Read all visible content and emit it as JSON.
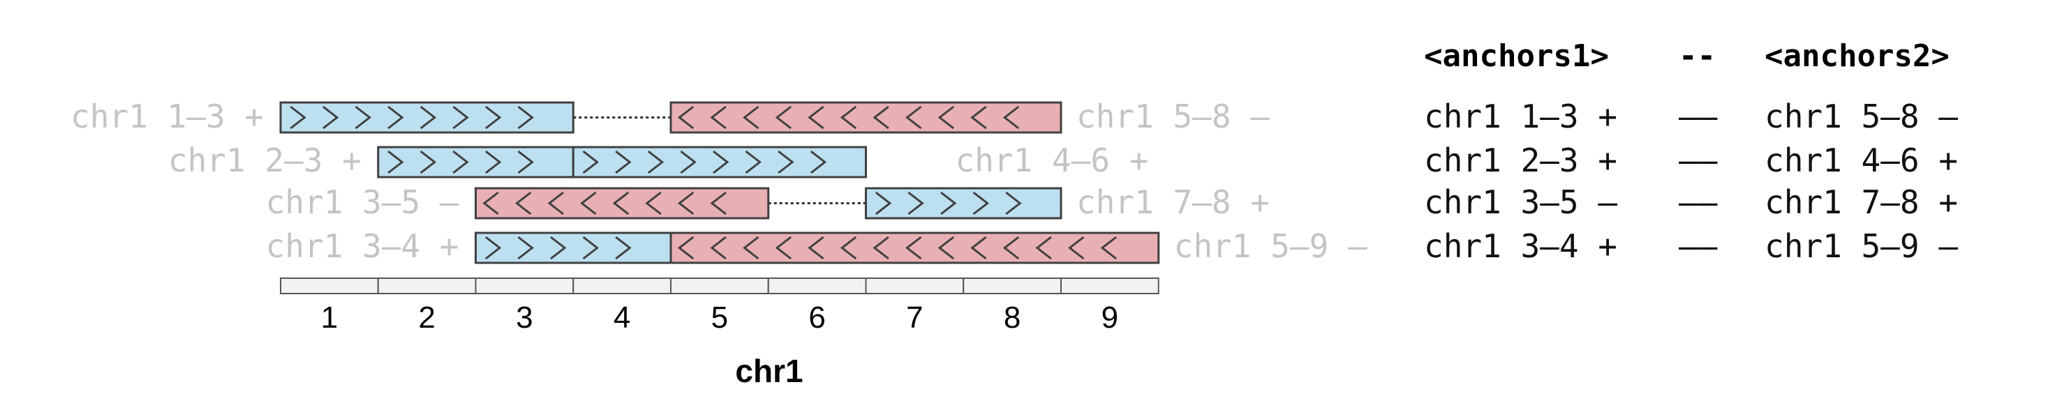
{
  "colors": {
    "plus_strand": "#bde0f1",
    "minus_strand": "#e8b0b3",
    "faded_label": "#c4c4c4"
  },
  "pairs": [
    {
      "anchor1": {
        "chrom": "chr1",
        "start": 1,
        "end": 3,
        "strand": "+",
        "label": "chr1 1–3 +"
      },
      "anchor2": {
        "chrom": "chr1",
        "start": 5,
        "end": 8,
        "strand": "–",
        "label": "chr1 5–8 –"
      },
      "connected_by": "dashed-line"
    },
    {
      "anchor1": {
        "chrom": "chr1",
        "start": 2,
        "end": 3,
        "strand": "+",
        "label": "chr1 2–3 +"
      },
      "anchor2": {
        "chrom": "chr1",
        "start": 4,
        "end": 6,
        "strand": "+",
        "label": "chr1 4–6 +"
      },
      "connected_by": "adjacent"
    },
    {
      "anchor1": {
        "chrom": "chr1",
        "start": 3,
        "end": 5,
        "strand": "–",
        "label": "chr1 3–5 –"
      },
      "anchor2": {
        "chrom": "chr1",
        "start": 7,
        "end": 8,
        "strand": "+",
        "label": "chr1 7–8 +"
      },
      "connected_by": "dashed-line"
    },
    {
      "anchor1": {
        "chrom": "chr1",
        "start": 3,
        "end": 4,
        "strand": "+",
        "label": "chr1 3–4 +"
      },
      "anchor2": {
        "chrom": "chr1",
        "start": 5,
        "end": 9,
        "strand": "–",
        "label": "chr1 5–9 –"
      },
      "connected_by": "adjacent"
    }
  ],
  "table": {
    "header": {
      "anchors1": "<anchors1>",
      "separator": "--",
      "anchors2": "<anchors2>"
    },
    "rows": [
      {
        "anchors1": "chr1 1–3 +",
        "separator": "––",
        "anchors2": "chr1 5–8 –"
      },
      {
        "anchors1": "chr1 2–3 +",
        "separator": "––",
        "anchors2": "chr1 4–6 +"
      },
      {
        "anchors1": "chr1 3–5 –",
        "separator": "––",
        "anchors2": "chr1 7–8 +"
      },
      {
        "anchors1": "chr1 3–4 +",
        "separator": "––",
        "anchors2": "chr1 5–9 –"
      }
    ]
  },
  "axis": {
    "title": "chr1",
    "positions": [
      1,
      2,
      3,
      4,
      5,
      6,
      7,
      8,
      9
    ]
  }
}
